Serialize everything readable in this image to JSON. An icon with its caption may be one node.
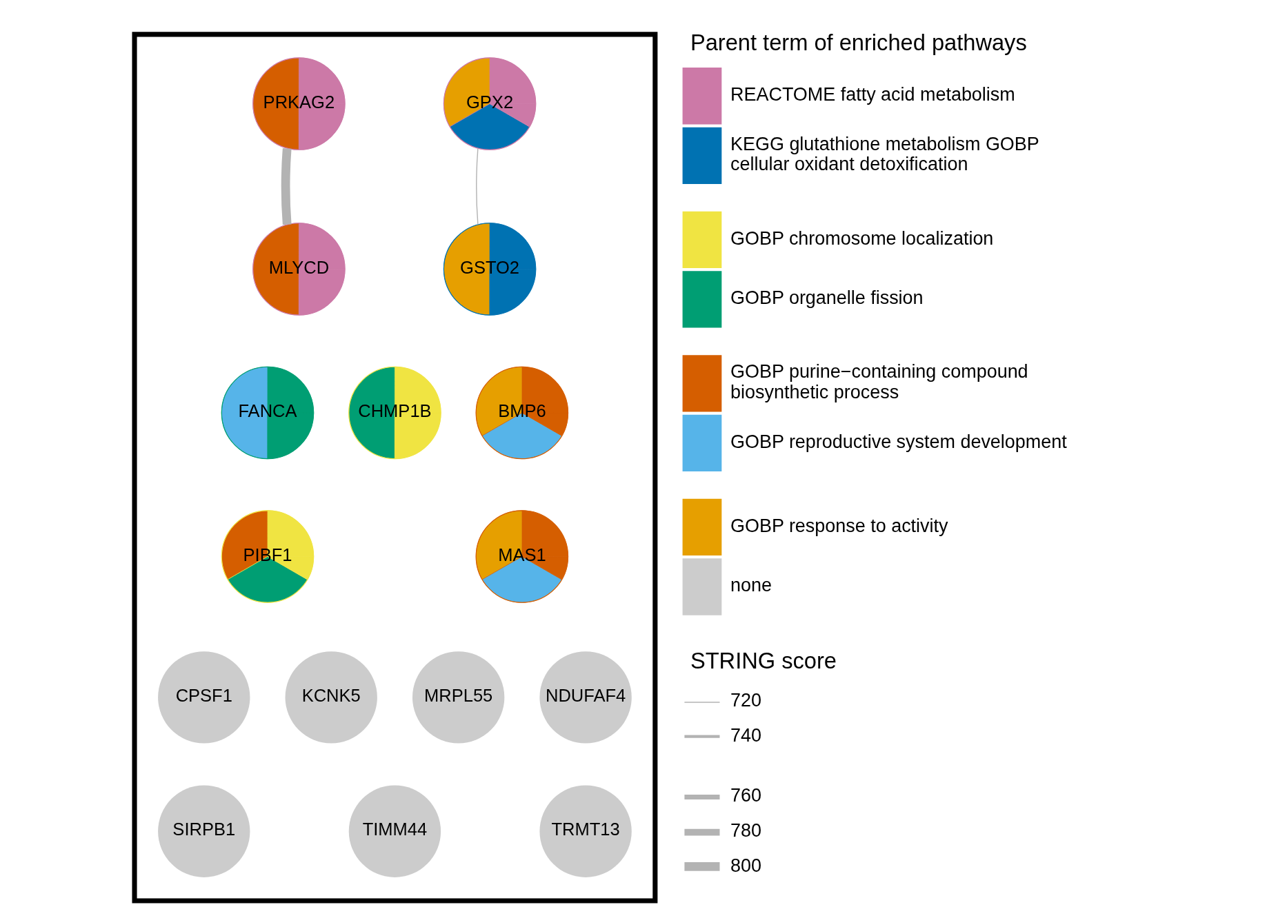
{
  "diagram": {
    "nodes": [
      {
        "text": [],
        "shape": "box"
      },
      {
        "text": [
          "PRKAG2"
        ],
        "in": 0
      },
      {
        "text": [
          "GPX2"
        ],
        "in": 0
      },
      {
        "text": [
          "MLYCD"
        ],
        "in": 0
      },
      {
        "text": [
          "GSTO2"
        ],
        "in": 0
      },
      {
        "text": [
          "FANCA"
        ],
        "in": 0
      },
      {
        "text": [
          "CHMP1B"
        ],
        "in": 0
      },
      {
        "text": [
          "BMP6"
        ],
        "in": 0
      },
      {
        "text": [
          "PIBF1"
        ],
        "in": 0
      },
      {
        "text": [
          "MAS1"
        ],
        "in": 0
      },
      {
        "text": [
          "CPSF1"
        ],
        "in": 0
      },
      {
        "text": [
          "KCNK5"
        ],
        "in": 0
      },
      {
        "text": [
          "MRPL55"
        ],
        "in": 0
      },
      {
        "text": [
          "NDUFAF4"
        ],
        "in": 0
      },
      {
        "text": [
          "SIRPB1"
        ],
        "in": 0
      },
      {
        "text": [
          "TIMM44"
        ],
        "in": 0
      },
      {
        "text": [
          "TRMT13"
        ],
        "in": 0
      }
    ],
    "edges": [
      {
        "from": 1,
        "to": 3,
        "arrow": "none",
        "style": "thick"
      },
      {
        "from": 2,
        "to": 4,
        "arrow": "none"
      }
    ],
    "labels": [
      "Parent term of enriched pathways",
      "STRING score"
    ],
    "legend": [
      {
        "text": "REACTOME fatty acid metabolism",
        "color": "#cc79a7"
      },
      {
        "text": "KEGG glutathione metabolism GOBP cellular oxidant detoxification",
        "color": "#0072b2"
      },
      {
        "text": "GOBP chromosome localization",
        "color": "#f0e442"
      },
      {
        "text": "GOBP organelle fission",
        "color": "#009e73"
      },
      {
        "text": "GOBP purine−containing compound biosynthetic process",
        "color": "#d55e00"
      },
      {
        "text": "GOBP reproductive system development",
        "color": "#56b4e9"
      },
      {
        "text": "GOBP response to activity",
        "color": "#e69f00"
      },
      {
        "text": "none",
        "color": "#cccccc"
      },
      {
        "text": "720"
      },
      {
        "text": "740"
      },
      {
        "text": "760"
      },
      {
        "text": "780"
      },
      {
        "text": "800"
      }
    ]
  }
}
